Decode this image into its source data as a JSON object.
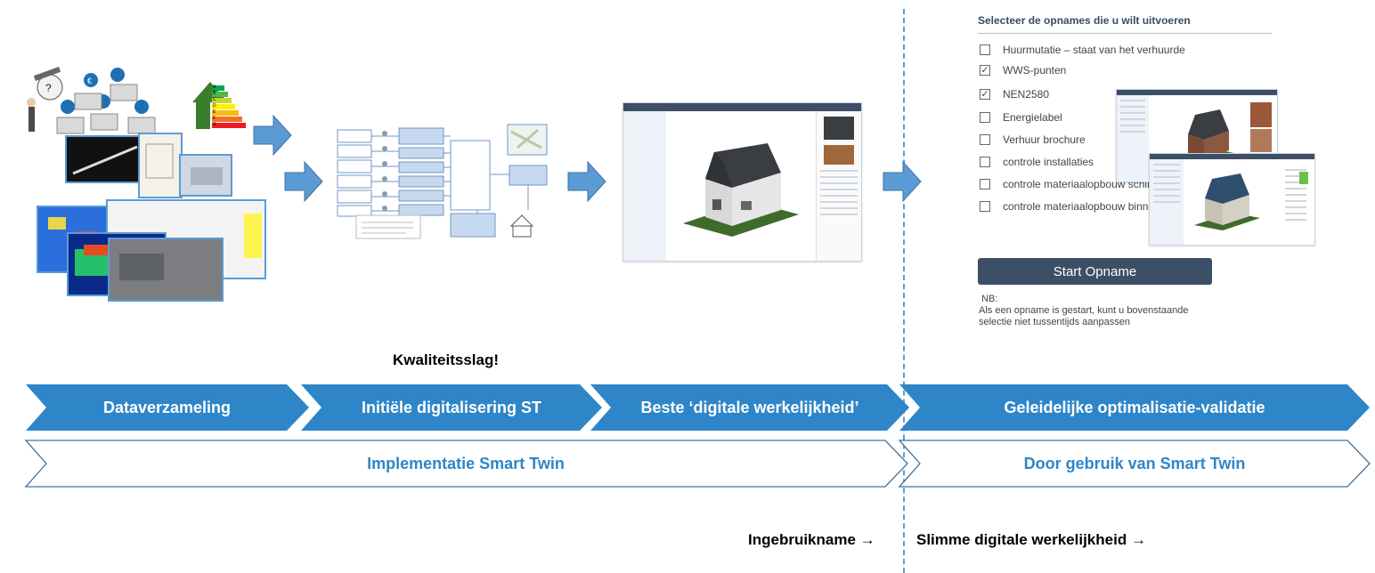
{
  "phases": [
    {
      "label": "Dataverzameling"
    },
    {
      "label": "Initiële digitalisering ST"
    },
    {
      "label": "Beste ‘digitale werkelijkheid’"
    },
    {
      "label": "Geleidelijke optimalisatie-validatie"
    }
  ],
  "implementation_bars": [
    {
      "label": "Implementatie Smart Twin"
    },
    {
      "label": "Door gebruik van Smart Twin"
    }
  ],
  "quality_label": "Kwaliteitsslag!",
  "milestones": {
    "left": "Ingebruikname",
    "right": "Slimme digitale werkelijkheid",
    "arrow": "→"
  },
  "selection_panel": {
    "title": "Selecteer de opnames die u wilt uitvoeren",
    "options": [
      {
        "label": "Huurmutatie – staat van het verhuurde",
        "checked": false
      },
      {
        "label": "WWS-punten",
        "checked": true
      },
      {
        "label": "NEN2580",
        "checked": true
      },
      {
        "label": "Energielabel",
        "checked": false
      },
      {
        "label": "Verhuur brochure",
        "checked": false
      },
      {
        "label": "controle installaties",
        "checked": false
      },
      {
        "label": "controle materiaalopbouw schil",
        "checked": false
      },
      {
        "label": "controle materiaalopbouw binnen",
        "checked": false
      }
    ],
    "start_button": "Start Opname",
    "note_title": "NB:",
    "note_text": "Als een opname is gestart, kunt u bovenstaande selectie niet tussentijds aanpassen"
  },
  "energy_label_letters": [
    "A",
    "B",
    "C",
    "D",
    "E",
    "F",
    "G"
  ],
  "colors": {
    "chevron_blue": "#2e86c8",
    "outline_blue": "#5b9bd5",
    "panel_dark": "#3d4f66",
    "roof_dark": "#3a3d42",
    "grass": "#3f6b2a"
  }
}
